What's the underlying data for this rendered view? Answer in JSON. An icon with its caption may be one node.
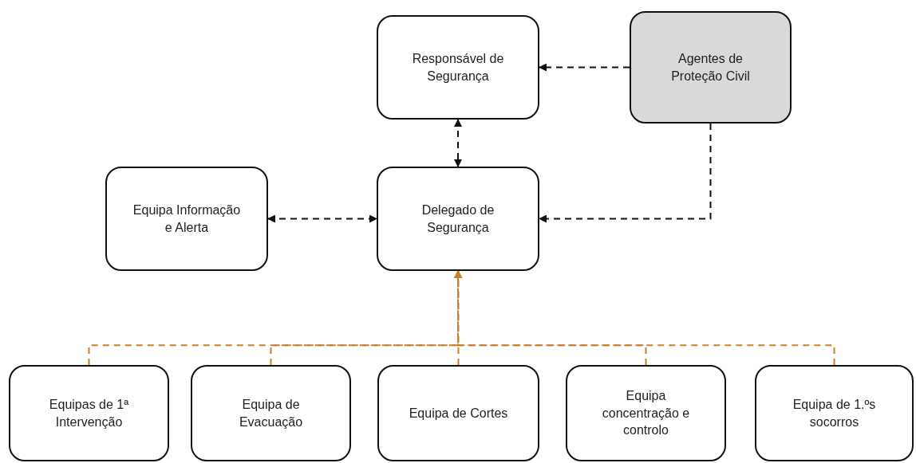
{
  "diagram": {
    "nodes": [
      {
        "text": [
          "Responsável de Segurança"
        ]
      },
      {
        "text": [
          "Agentes de Proteção Civil"
        ]
      },
      {
        "text": [
          "Equipa Informação e Alerta"
        ]
      },
      {
        "text": [
          "Delegado de Segurança"
        ]
      },
      {
        "text": [
          "Equipas de 1ª Intervenção"
        ]
      },
      {
        "text": [
          "Equipa de Evacuação"
        ]
      },
      {
        "text": [
          "Equipa de Cortes"
        ]
      },
      {
        "text": [
          "Equipa concentração e controlo"
        ]
      },
      {
        "text": [
          "Equipa de 1.ºs socorros"
        ]
      }
    ],
    "edges": [
      {
        "from": 1,
        "to": 0,
        "arrow": "to",
        "style": "dashed",
        "color": "#111111"
      },
      {
        "from": 0,
        "to": 3,
        "arrow": "both",
        "style": "dashed",
        "color": "#111111"
      },
      {
        "from": 1,
        "to": 3,
        "arrow": "to",
        "style": "dashed",
        "color": "#111111"
      },
      {
        "from": 2,
        "to": 3,
        "arrow": "both",
        "style": "dashed",
        "color": "#111111"
      },
      {
        "from": 4,
        "to": 3,
        "arrow": "to",
        "style": "dashed"
      },
      {
        "from": 5,
        "to": 3,
        "arrow": "to",
        "style": "dashed"
      },
      {
        "from": 6,
        "to": 3,
        "arrow": "to",
        "style": "dashed"
      },
      {
        "from": 7,
        "to": 3,
        "arrow": "to",
        "style": "dashed"
      },
      {
        "from": 8,
        "to": 3,
        "arrow": "to",
        "style": "dashed"
      }
    ]
  }
}
